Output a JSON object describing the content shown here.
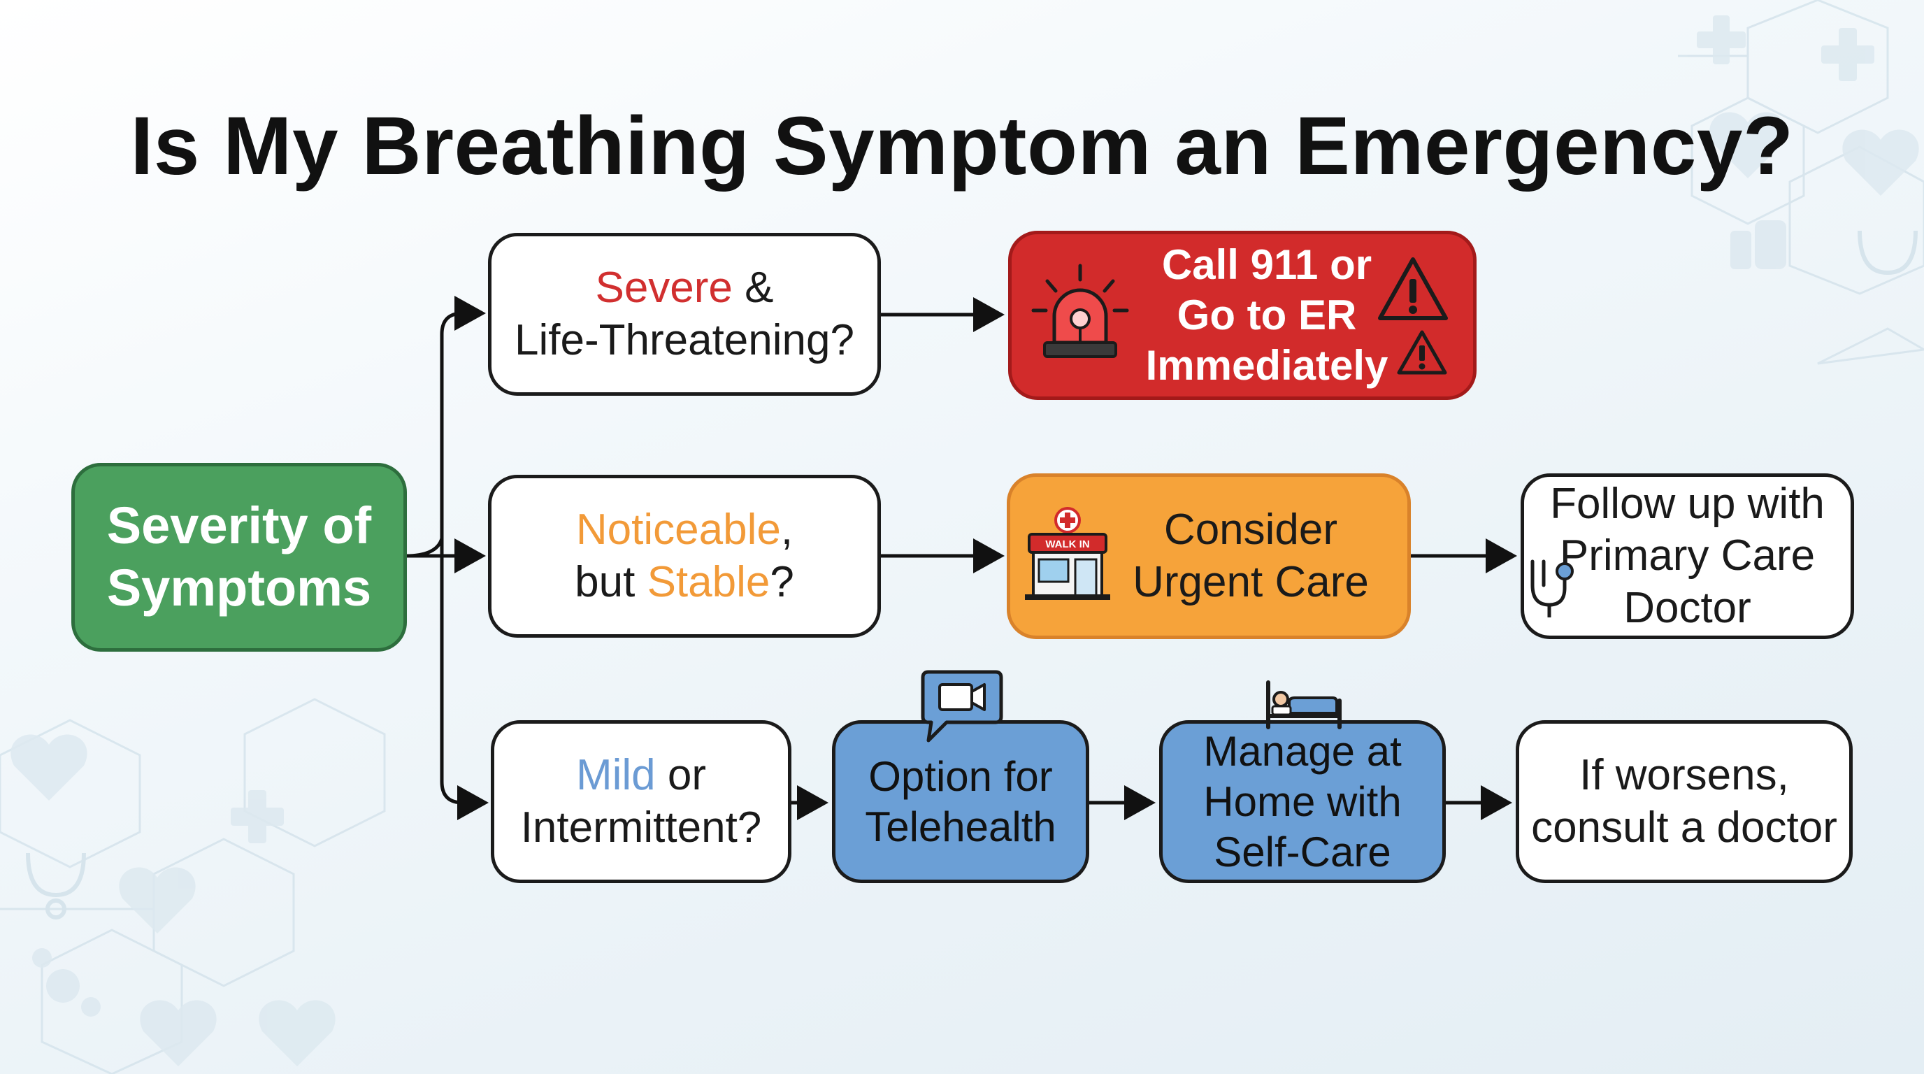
{
  "title": "Is My Breathing Symptom an Emergency?",
  "root": {
    "line1": "Severity of",
    "line2": "Symptoms"
  },
  "branches": {
    "severe": {
      "word": "Severe",
      "rest1": " &",
      "line2": "Life-Threatening?"
    },
    "stable": {
      "word1": "Noticeable",
      "rest1": ",",
      "pre2": "but ",
      "word2": "Stable",
      "rest2": "?"
    },
    "mild": {
      "word": "Mild",
      "rest1": " or",
      "line2": "Intermittent?"
    }
  },
  "outcomes": {
    "emergency": {
      "line1": "Call 911 or",
      "line2": "Go to ER",
      "line3": "Immediately"
    },
    "urgent": {
      "line1": "Consider",
      "line2": "Urgent Care",
      "sign_text": "WALK IN"
    },
    "followup": {
      "line1": "Follow up with",
      "line2": "Primary Care",
      "line3": "Doctor"
    },
    "telehealth": {
      "line1": "Option for",
      "line2": "Telehealth"
    },
    "home": {
      "line1": "Manage at",
      "line2": "Home with",
      "line3": "Self-Care"
    },
    "worsens": {
      "line1": "If worsens,",
      "line2": "consult a doctor"
    }
  },
  "icons": {
    "emergency": [
      "siren-icon",
      "warning-icon"
    ],
    "urgent": [
      "walk-in-clinic-icon"
    ],
    "followup": [
      "stethoscope-icon"
    ],
    "telehealth": [
      "video-call-icon"
    ],
    "home": [
      "patient-bed-icon"
    ]
  },
  "colors": {
    "root": "#4ba05e",
    "emergency": "#d22b2b",
    "urgent": "#f6a33a",
    "telehealth": "#6b9fd6",
    "severe_word": "#d12f2f",
    "stable_word": "#f29a38",
    "mild_word": "#6b9bd4"
  }
}
